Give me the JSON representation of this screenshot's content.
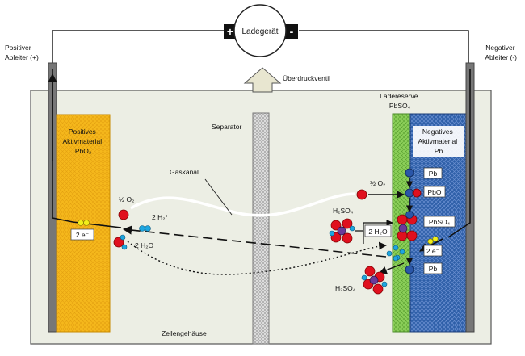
{
  "charger": {
    "label": "Ladegerät",
    "plus": "+",
    "minus": "-"
  },
  "terminals": {
    "positive": [
      "Positiver",
      "Ableiter (+)"
    ],
    "negative": [
      "Negativer",
      "Ableiter (-)"
    ]
  },
  "valve": "Überdruckventil",
  "separator": "Separator",
  "housing": "Zellengehäuse",
  "gas_channel": "Gaskanal",
  "positive_material": [
    "Positives",
    "Aktivmaterial",
    "PbO₂"
  ],
  "negative_material": [
    "Negatives",
    "Aktivmaterial",
    "Pb"
  ],
  "reserve": [
    "Ladereserve",
    "PbSO₄"
  ],
  "labels": {
    "half_o2_left": "½ O₂",
    "two_h_plus": "2 H₂⁺",
    "two_h2o_left": "2 H₂O",
    "two_e_left": "2 e⁻",
    "half_o2_right": "½ O₂",
    "h2so4_top": "H₂SO₄",
    "two_h2o_right": "2 H₂O",
    "two_e_right": "2 e⁻",
    "h2so4_bottom": "H₂SO₄"
  },
  "right_boxes": {
    "pb_top": "Pb",
    "pbo": "PbO",
    "pbso4": "PbSO₄",
    "pb_bottom": "Pb"
  },
  "colors": {
    "positive_fill": "#f5b81c",
    "negative_fill": "#2e5fa8",
    "reserve_fill": "#8ccf5a",
    "housing_fill": "#eceee4",
    "oxygen": "#e0101e",
    "hydrogen": "#1ea6e0",
    "sulfur": "#6a3a9a",
    "electron": "#f2ee1a",
    "pb_dot": "#2a56a8"
  }
}
